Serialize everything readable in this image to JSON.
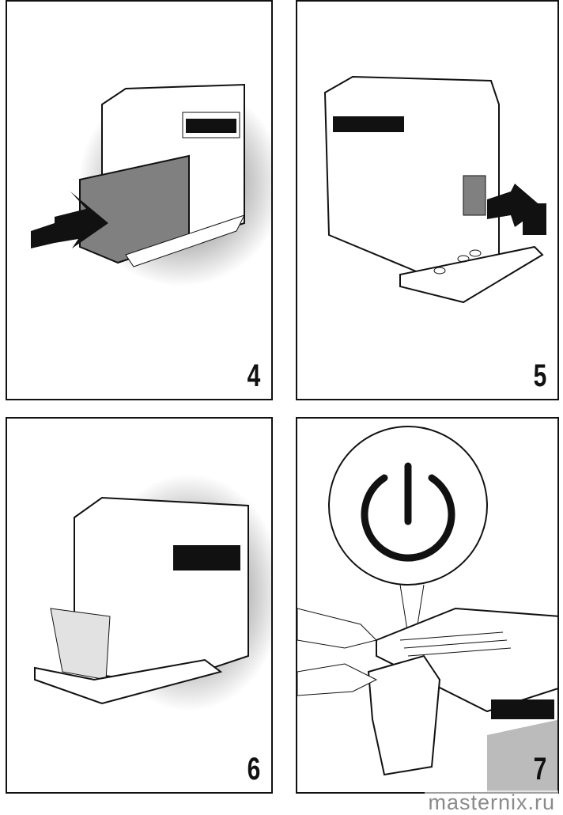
{
  "panels": [
    {
      "step": "4",
      "icon": "water-tank-insert-illustration"
    },
    {
      "step": "5",
      "icon": "nozzle-attach-illustration"
    },
    {
      "step": "6",
      "icon": "water-container-illustration"
    },
    {
      "step": "7",
      "icon": "power-button-illustration"
    }
  ],
  "watermark": "masternix.ru"
}
